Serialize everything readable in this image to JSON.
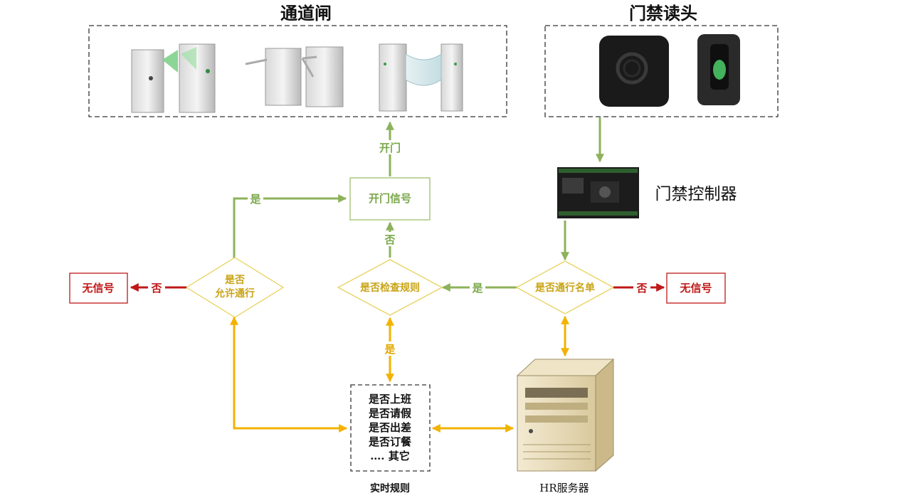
{
  "titles": {
    "gates": "通道闸",
    "readers": "门禁读头"
  },
  "controller": {
    "label": "门禁控制器"
  },
  "open_signal": {
    "label": "开门信号",
    "edge_label": "开门"
  },
  "decisions": {
    "allow": {
      "line1": "是否",
      "line2": "允许通行"
    },
    "check_rules": {
      "label": "是否检查规则"
    },
    "whitelist": {
      "label": "是否通行名单"
    }
  },
  "no_signal_left": "无信号",
  "no_signal_right": "无信号",
  "edge_labels": {
    "yes": "是",
    "no": "否"
  },
  "rules": {
    "lines": [
      "是否上班",
      "是否请假",
      "是否出差",
      "是否订餐",
      "…. 其它"
    ],
    "caption": "实时规则"
  },
  "server": {
    "caption": "HR服务器"
  },
  "colors": {
    "green": "#8db25a",
    "red": "#c01818",
    "gold": "#f2b300",
    "diamond": "#e8d15c"
  }
}
